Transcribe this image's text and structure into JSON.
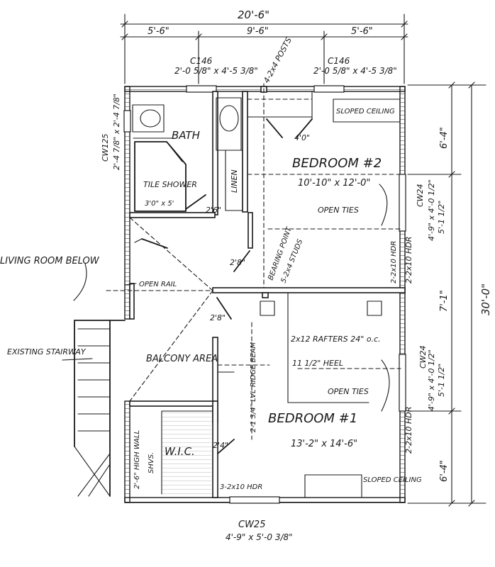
{
  "dimensions": {
    "overall_width": "20'-6\"",
    "left_segment": "5'-6\"",
    "middle_segment": "9'-6\"",
    "right_segment": "5'-6\"",
    "overall_depth": "30'-0\"",
    "right_top": "6'-4\"",
    "right_mid": "7'-1\"",
    "right_bottom": "6'-4\""
  },
  "windows": {
    "top_left_code": "C146",
    "top_left_size": "2'-0 5/8\" x 4'-5 3/8\"",
    "top_right_code": "C146",
    "top_right_size": "2'-0 5/8\" x 4'-5 3/8\"",
    "posts_note": "4-2x4 POSTS",
    "left_code": "CW125",
    "left_size": "2'-4 7/8\" x 2'-4 7/8\"",
    "right1_code": "CW24",
    "right1_size": "4'-9\" x 4'-0 1/2\"",
    "right1_extra": "5'-1 1/2\"",
    "right2_code": "CW24",
    "right2_size": "4'-9\" x 4'-0 1/2\"",
    "right2_extra": "5'-1 1/2\"",
    "bottom_code": "CW25",
    "bottom_size": "4'-9\" x 5'-0 3/8\""
  },
  "rooms": {
    "bath": "BATH",
    "tile_shower": "TILE SHOWER",
    "tile_shower_size": "3'0\" x 5'",
    "linen": "LINEN",
    "bedroom2": "BEDROOM #2",
    "bedroom2_size": "10'-10\" x 12'-0\"",
    "bedroom1": "BEDROOM #1",
    "bedroom1_size": "13'-2\" x 14'-6\"",
    "balcony": "BALCONY AREA",
    "wic": "W.I.C.",
    "sloped_ceiling_top": "SLOPED CEILING",
    "sloped_ceiling_bottom": "SLOPED CEILING"
  },
  "notes": {
    "room_below": "LIVING ROOM BELOW",
    "open_rail": "OPEN RAIL",
    "open_ties_top": "OPEN TIES",
    "open_ties_bottom": "OPEN TIES",
    "bearing_point": "BEARING POINT",
    "studs": "5-2x4 STUDS",
    "rafters": "2x12 RAFTERS 24\" o.c.",
    "heel": "11 1/2\" HEEL",
    "ridge_beam": "2-1 3/4\" LVL RIDGE BEAM",
    "header1": "2-2x10 HDR",
    "header2": "2-2x10 HDR",
    "header3": "2-2x10 HDR",
    "header_wic": "3-2x10 HDR",
    "existing_stairway": "EXISTING STAIRWAY",
    "high_wall": "2'-6\" HIGH WALL",
    "shvs": "SHVS."
  },
  "doors": {
    "bath_door": "2'6\"",
    "closet_door": "4'0\"",
    "hall_door1": "2'8\"",
    "hall_door2": "2'8\"",
    "wic_door": "2'4\""
  }
}
